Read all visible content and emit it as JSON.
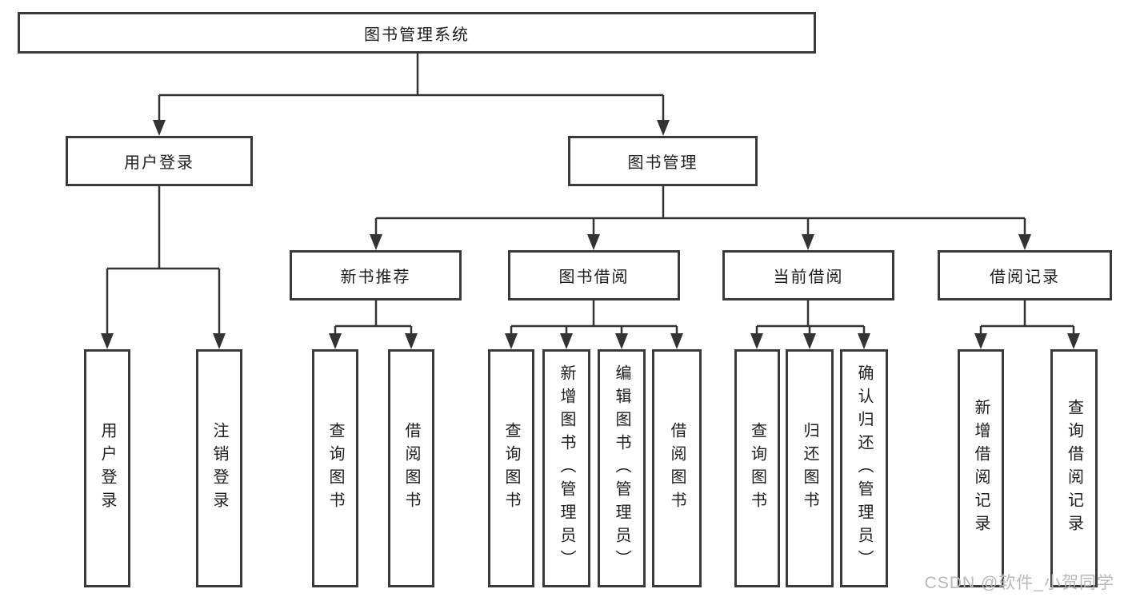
{
  "diagram": {
    "title": "图书管理系统",
    "tree": {
      "root": {
        "label": "图书管理系统",
        "children": [
          {
            "label": "用户登录",
            "children": [
              {
                "label": "用户登录"
              },
              {
                "label": "注销登录"
              }
            ]
          },
          {
            "label": "图书管理",
            "children": [
              {
                "label": "新书推荐",
                "children": [
                  {
                    "label": "查询图书"
                  },
                  {
                    "label": "借阅图书"
                  }
                ]
              },
              {
                "label": "图书借阅",
                "children": [
                  {
                    "label": "查询图书"
                  },
                  {
                    "label": "新增图书（管理员）"
                  },
                  {
                    "label": "编辑图书（管理员）"
                  },
                  {
                    "label": "借阅图书"
                  }
                ]
              },
              {
                "label": "当前借阅",
                "children": [
                  {
                    "label": "查询图书"
                  },
                  {
                    "label": "归还图书"
                  },
                  {
                    "label": "确认归还（管理员）"
                  }
                ]
              },
              {
                "label": "借阅记录",
                "children": [
                  {
                    "label": "新增借阅记录"
                  },
                  {
                    "label": "查询借阅记录"
                  }
                ]
              }
            ]
          }
        ]
      }
    },
    "watermark": "CSDN @软件_小贺同学",
    "colors": {
      "line": "#333333",
      "border": "#3a3a3a",
      "text": "#1d1d1d",
      "watermark": "#b9b9b9",
      "background": "#ffffff"
    }
  }
}
